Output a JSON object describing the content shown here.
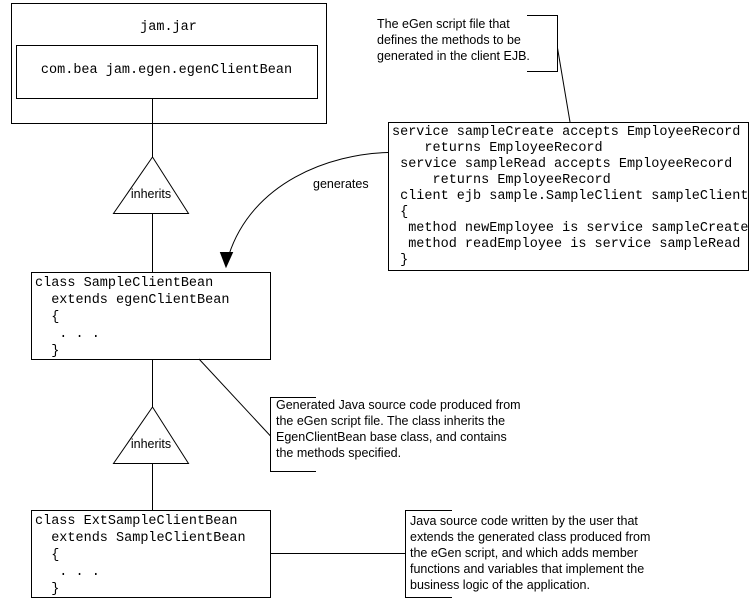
{
  "diagram": {
    "jam_jar": {
      "title": "jam.jar",
      "inner_class": "com.bea jam.egen.egenClientBean"
    },
    "egen_script_box": {
      "code": "service sampleCreate accepts EmployeeRecord\n    returns EmployeeRecord\n service sampleRead accepts EmployeeRecord\n     returns EmployeeRecord\n client ejb sample.SampleClient sampleClient\n {\n  method newEmployee is service sampleCreate\n  method readEmployee is service sampleRead\n }"
    },
    "sample_client_bean_box": {
      "code": "class SampleClientBean\n  extends egenClientBean\n  {\n   . . .\n  }"
    },
    "ext_sample_client_bean_box": {
      "code": "class ExtSampleClientBean\n  extends SampleClientBean\n  {\n   . . .\n  }"
    },
    "labels": {
      "inherits_top": "inherits",
      "inherits_bottom": "inherits",
      "generates": "generates"
    },
    "annotations": {
      "egen_script": "The eGen script file that\ndefines the methods to be\ngenerated in the client EJB.",
      "generated_source": "Generated Java source code produced from\nthe eGen script file. The class inherits the\nEgenClientBean base class, and contains\nthe methods specified.",
      "user_source": "Java source code written by the user that\nextends the generated class produced from\nthe eGen script, and which adds member\nfunctions and variables that implement the\nbusiness logic of the application."
    },
    "colors": {
      "line": "#000000",
      "background": "#ffffff",
      "text": "#000000"
    }
  }
}
